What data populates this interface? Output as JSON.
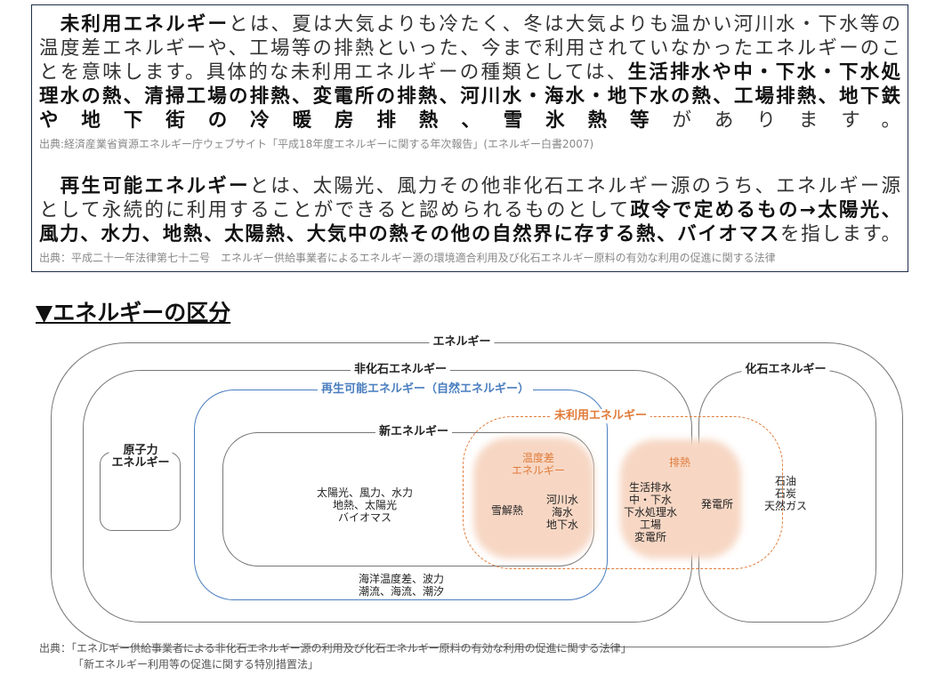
{
  "definitions": [
    {
      "lines": [
        [
          {
            "t": "　"
          },
          {
            "t": "未利用エネルギー",
            "b": true
          },
          {
            "t": "とは、夏は大気よりも冷たく、冬は大気よりも温かい河川水・下水等の"
          }
        ],
        [
          {
            "t": "温度差エネルギーや、工場等の排熱といった、今まで利用されていなかったエネルギーのこ"
          }
        ],
        [
          {
            "t": "とを意味します。具体的な未利用エネルギーの種類としては、"
          },
          {
            "t": "生活排水や中・下水・下水処",
            "b": true
          }
        ],
        [
          {
            "t": "理水の熱、清掃工場の排熱、変電所の排熱、河川水・海水・地下水の熱、工場排熱、地下鉄",
            "b": true
          }
        ],
        [
          {
            "t": "や地下街の冷暖房排熱、雪氷熱等",
            "b": true
          },
          {
            "t": "があります。"
          }
        ]
      ],
      "source": "出典:経済産業省資源エネルギー庁ウェブサイト「平成18年度エネルギーに関する年次報告」(エネルギー白書2007)"
    },
    {
      "lines": [
        [
          {
            "t": "　"
          },
          {
            "t": "再生可能エネルギー",
            "b": true
          },
          {
            "t": "とは、太陽光、風力その他非化石エネルギー源のうち、エネルギー源"
          }
        ],
        [
          {
            "t": "として永続的に利用することができると認められるものとして"
          },
          {
            "t": "政令で定めるもの→太陽光、",
            "b": true
          }
        ],
        [
          {
            "t": "風力、水力、地熱、太陽熱、大気中の熱その他の自然界に存する熱、バイオマス",
            "b": true
          },
          {
            "t": "を指します。"
          }
        ]
      ],
      "source": "出典：平成二十一年法律第七十二号　エネルギー供給事業者によるエネルギー源の環境適合利用及び化石エネルギー原料の有効な利用の促進に関する法律"
    }
  ],
  "heading": "▼エネルギーの区分",
  "diagram": {
    "energy": "エネルギー",
    "non_fossil": "非化石エネルギー",
    "fossil": "化石エネルギー",
    "renewable": "再生可能エネルギー（自然エネルギー）",
    "new_energy": "新エネルギー",
    "nuclear": "原子力\nエネルギー",
    "unused": "未利用エネルギー",
    "temp_diff": "温度差\nエネルギー",
    "waste_heat": "排熱",
    "new_energy_items": "太陽光、風力、水力\n地熱、太陽光\nバイオマス",
    "renewable_items": "海洋温度差、波力\n潮流、海流、潮汐",
    "snow": "雪解熱",
    "water": "河川水\n海水\n地下水",
    "waste_items": "生活排水\n中・下水\n下水処理水\n工場\n変電所",
    "power_plant": "発電所",
    "fossil_items": "石油\n石炭\n天然ガス",
    "colors": {
      "renewable": "#4a7ebf",
      "unused": "#e07b39",
      "blob": "#f7d7c4"
    }
  },
  "footer": [
    "出典：「エネルギー供給事業者による非化石エネルギー源の利用及び化石エネルギー原料の有効な利用の促進に関する法律」",
    "「新エネルギー利用等の促進に関する特別措置法」"
  ]
}
